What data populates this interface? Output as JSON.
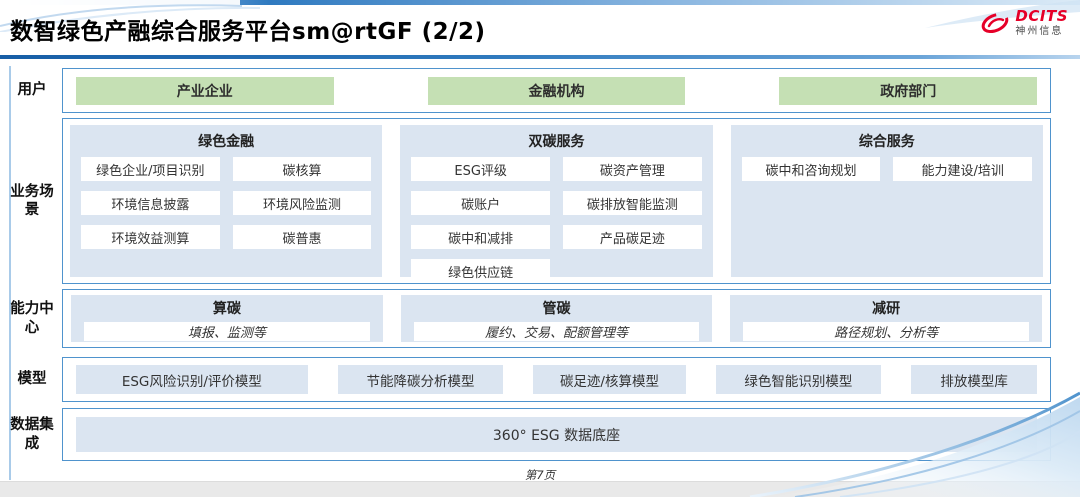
{
  "header": {
    "title": "数智绿色产融综合服务平台sm@rtGF (2/2)",
    "logo": {
      "brand": "DCITS",
      "sub": "神州信息"
    }
  },
  "rows": {
    "users": {
      "label": "用户",
      "items": [
        "产业企业",
        "金融机构",
        "政府部门"
      ]
    },
    "scenarios": {
      "label": "业务场景",
      "columns": [
        {
          "title": "绿色金融",
          "items": [
            "绿色企业/项目识别",
            "碳核算",
            "环境信息披露",
            "环境风险监测",
            "环境效益测算",
            "碳普惠"
          ]
        },
        {
          "title": "双碳服务",
          "items": [
            "ESG评级",
            "碳资产管理",
            "碳账户",
            "碳排放智能监测",
            "碳中和减排",
            "产品碳足迹",
            "绿色供应链"
          ]
        },
        {
          "title": "综合服务",
          "items": [
            "碳中和咨询规划",
            "能力建设/培训"
          ]
        }
      ]
    },
    "capabilities": {
      "label": "能力中心",
      "cards": [
        {
          "title": "算碳",
          "desc": "填报、监测等"
        },
        {
          "title": "管碳",
          "desc": "履约、交易、配额管理等"
        },
        {
          "title": "减研",
          "desc": "路径规划、分析等"
        }
      ]
    },
    "models": {
      "label": "模型",
      "items": [
        "ESG风险识别/评价模型",
        "节能降碳分析模型",
        "碳足迹/核算模型",
        "绿色智能识别模型",
        "排放模型库"
      ]
    },
    "data_integration": {
      "label": "数据集成",
      "items": [
        "360° ESG 数据底座"
      ]
    }
  },
  "footer": {
    "page": "第7页"
  },
  "colors": {
    "accent_blue": "#2e79bd",
    "border_blue": "#4f93cd",
    "panel_blue": "#dbe5f1",
    "chip_green": "#c5e0b4",
    "logo_red": "#e60028",
    "footer_gray": "#e9e9e9"
  }
}
